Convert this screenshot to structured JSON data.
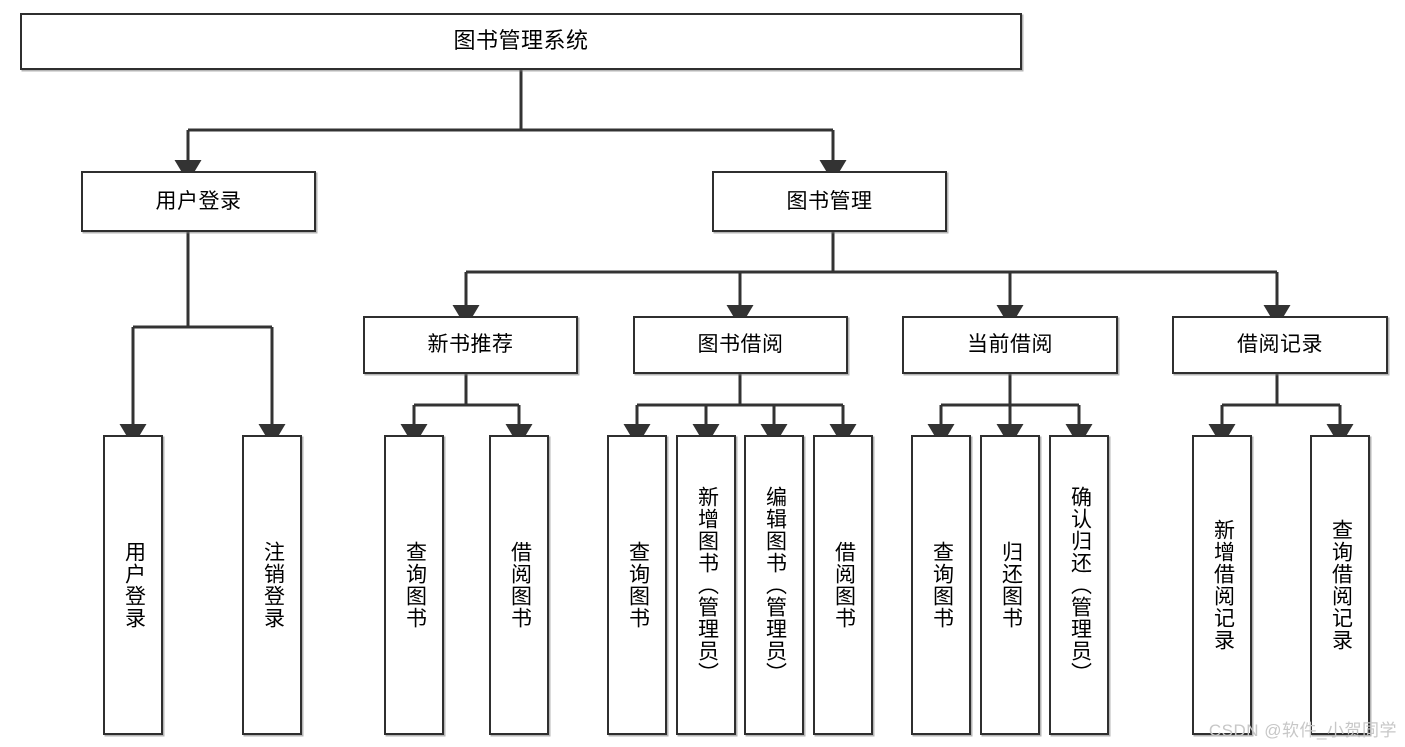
{
  "diagram": {
    "title": "图书管理系统",
    "type": "tree-hierarchy",
    "root": {
      "label": "图书管理系统"
    },
    "level2": [
      {
        "label": "用户登录"
      },
      {
        "label": "图书管理"
      }
    ],
    "level3": [
      {
        "label": "新书推荐"
      },
      {
        "label": "图书借阅"
      },
      {
        "label": "当前借阅"
      },
      {
        "label": "借阅记录"
      }
    ],
    "leaves": {
      "user_login": [
        {
          "label": "用户登录"
        },
        {
          "label": "注销登录"
        }
      ],
      "new_book_recommend": [
        {
          "label": "查询图书"
        },
        {
          "label": "借阅图书"
        }
      ],
      "book_borrow": [
        {
          "label": "查询图书"
        },
        {
          "label": "新增图书（管理员）"
        },
        {
          "label": "编辑图书（管理员）"
        },
        {
          "label": "借阅图书"
        }
      ],
      "current_borrow": [
        {
          "label": "查询图书"
        },
        {
          "label": "归还图书"
        },
        {
          "label": "确认归还（管理员）"
        }
      ],
      "borrow_record": [
        {
          "label": "新增借阅记录"
        },
        {
          "label": "查询借阅记录"
        }
      ]
    }
  },
  "watermark": {
    "text": "CSDN @软件_小贺同学"
  },
  "colors": {
    "border": "#2f2f2f",
    "background": "#ffffff",
    "text": "#000000",
    "connector": "#333333",
    "watermark": "#c7c7c7"
  }
}
